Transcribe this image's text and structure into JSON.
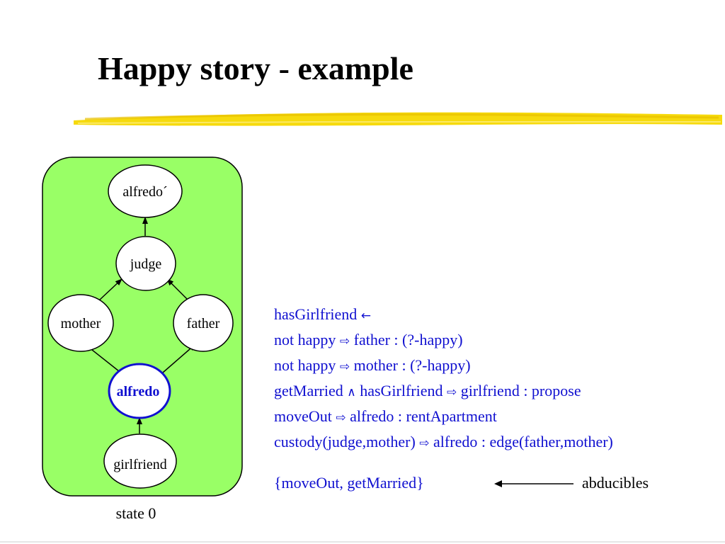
{
  "slide": {
    "title": "Happy story - example"
  },
  "diagram": {
    "state_label": "state 0",
    "background_color": "#99ff66",
    "main_node_color": "#1010d0",
    "nodes": {
      "alfredo_prime": "alfredo´",
      "judge": "judge",
      "mother": "mother",
      "father": "father",
      "alfredo": "alfredo",
      "girlfriend": "girlfriend"
    }
  },
  "rules": {
    "r1": {
      "head": "hasGirlfriend",
      "arrow_icon": "left-arrow-icon",
      "arrow": "←"
    },
    "r2": {
      "left": "not happy",
      "arrow_icon": "implies-arrow-icon",
      "arrow": "⇨",
      "right": "father : (?-happy)"
    },
    "r3": {
      "left": "not happy",
      "arrow_icon": "implies-arrow-icon",
      "arrow": "⇨",
      "right": "mother : (?-happy)"
    },
    "r4": {
      "left": "getMarried",
      "and_icon": "logical-and-icon",
      "and": "∧",
      "middle": "hasGirlfriend",
      "arrow": "⇨",
      "right": "girlfriend : propose"
    },
    "r5": {
      "left": "moveOut",
      "arrow": "⇨",
      "right": "alfredo : rentApartment"
    },
    "r6": {
      "left": "custody(judge,mother)",
      "arrow": "⇨",
      "right": "alfredo : edge(father,mother)"
    }
  },
  "abducibles": {
    "set": "{moveOut, getMarried}",
    "label": "abducibles"
  },
  "colors": {
    "text_blue": "#1010d0",
    "highlight_yellow": "#f5d800"
  }
}
